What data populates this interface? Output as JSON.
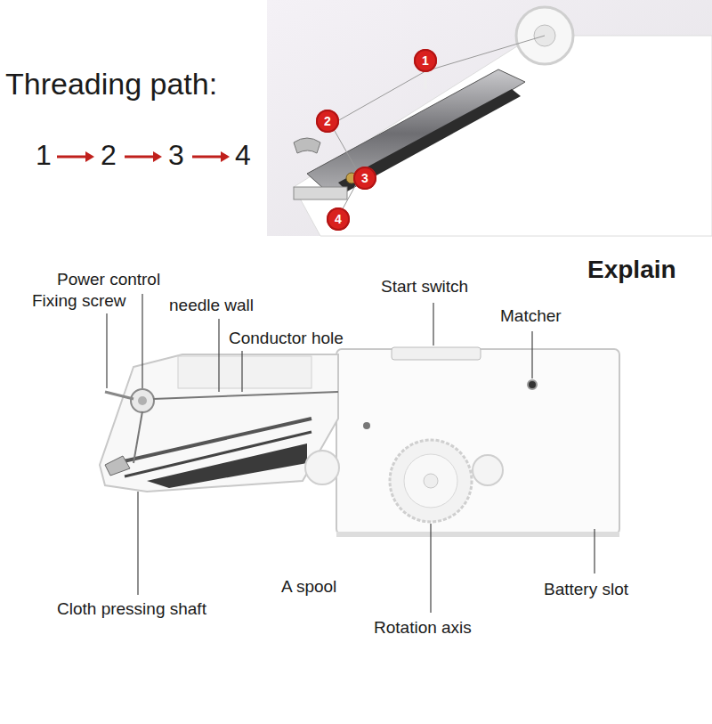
{
  "diagram": {
    "nodes": [
      {
        "text": [
          "1"
        ]
      },
      {
        "text": [
          "2"
        ]
      },
      {
        "text": [
          "3"
        ]
      },
      {
        "text": [
          "4"
        ]
      }
    ],
    "labels": [
      "Threading path:",
      "1",
      "2",
      "3",
      "4",
      "Explain",
      "Power control",
      "Fixing screw",
      "needle wall",
      "Conductor hole",
      "Start switch",
      "Matcher",
      "A spool",
      "Cloth pressing shaft",
      "Rotation axis",
      "Battery slot"
    ]
  }
}
